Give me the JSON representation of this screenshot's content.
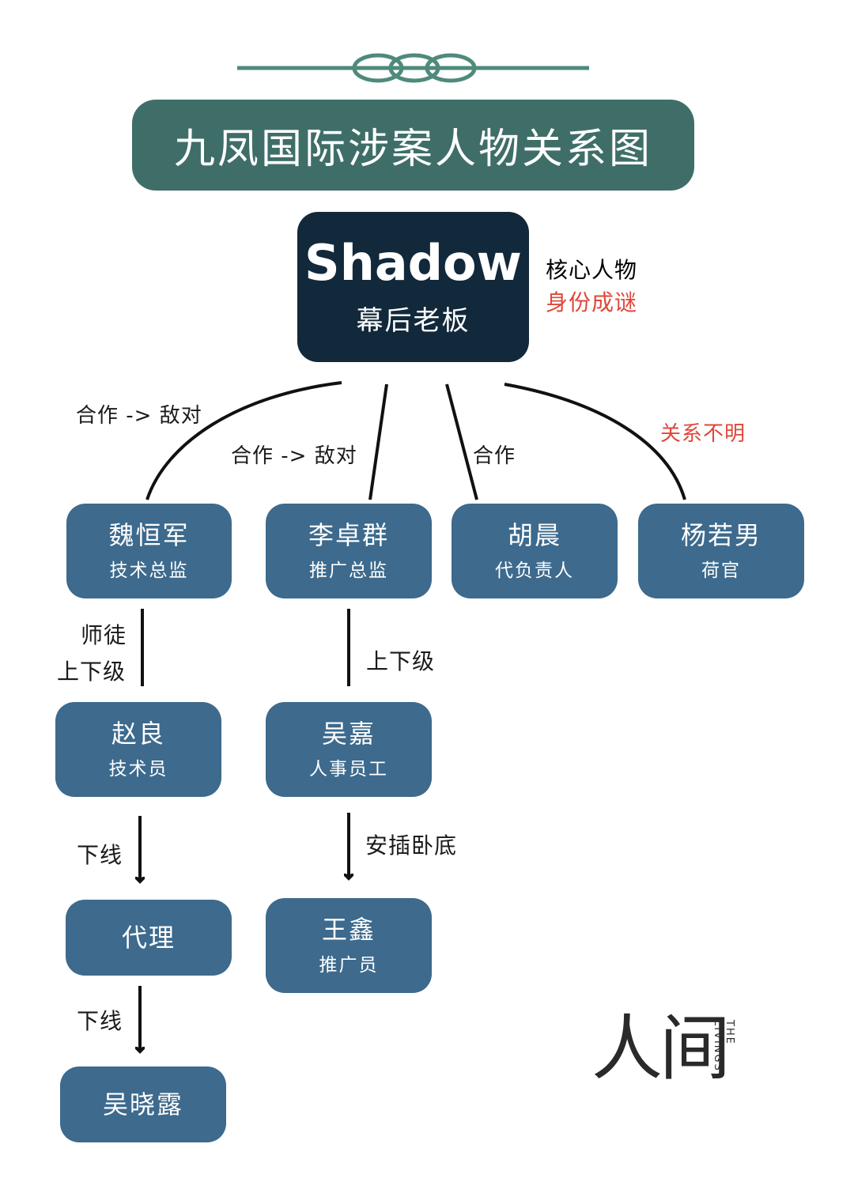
{
  "title": "九凤国际涉案人物关系图",
  "core": {
    "name": "Shadow",
    "role": "幕后老板",
    "note_1": "核心人物",
    "note_2": "身份成谜"
  },
  "nodes": {
    "wei": {
      "name": "魏恒军",
      "role": "技术总监"
    },
    "li": {
      "name": "李卓群",
      "role": "推广总监"
    },
    "hu": {
      "name": "胡晨",
      "role": "代负责人"
    },
    "yang": {
      "name": "杨若男",
      "role": "荷官"
    },
    "zhao": {
      "name": "赵良",
      "role": "技术员"
    },
    "wujia": {
      "name": "吴嘉",
      "role": "人事员工"
    },
    "dl": {
      "name": "代理"
    },
    "wang": {
      "name": "王鑫",
      "role": "推广员"
    },
    "wxl": {
      "name": "吴晓露"
    }
  },
  "relations": {
    "boss_wei": "合作 -> 敌对",
    "boss_li": "合作 -> 敌对",
    "boss_hu": "合作",
    "boss_yang": "关系不明",
    "wei_zhao_1": "师徒",
    "wei_zhao_2": "上下级",
    "li_wujia": "上下级",
    "zhao_dl": "下线",
    "wujia_wang": "安插卧底",
    "dl_wxl": "下线"
  },
  "logo": {
    "main": "人间",
    "sub": "THE LIVINGS"
  },
  "colors": {
    "title_bg": "#3f6e69",
    "boss_bg": "#12283b",
    "node_bg": "#3d6a8d",
    "alert": "#e0473a"
  }
}
